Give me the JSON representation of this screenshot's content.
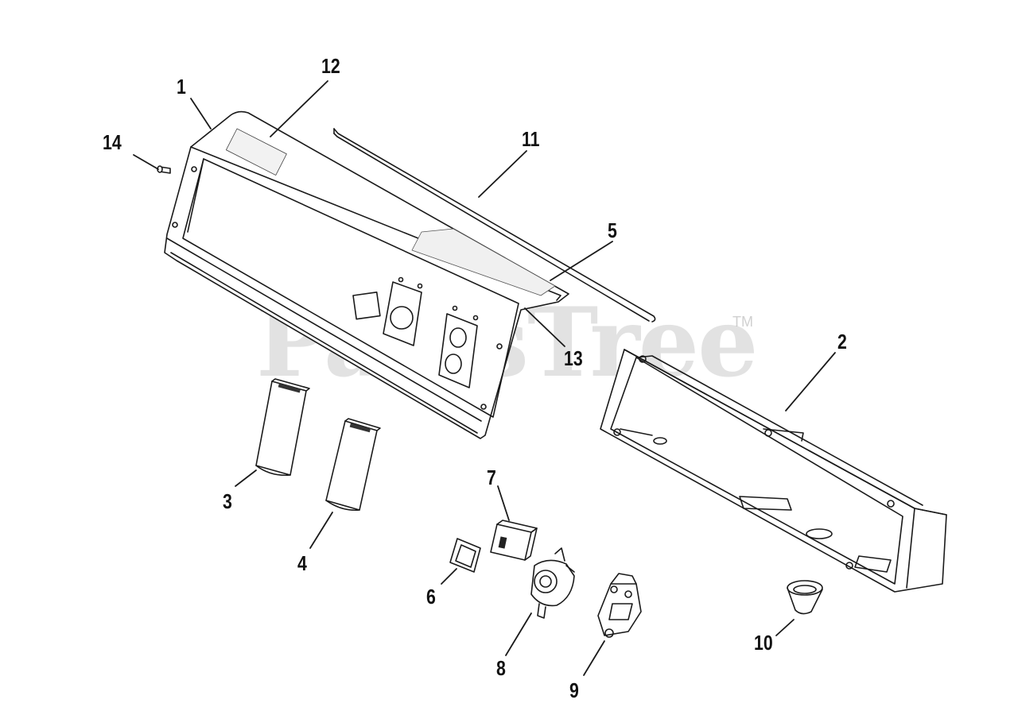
{
  "watermark": {
    "text": "PartsTree",
    "trademark": "TM"
  },
  "callouts": {
    "c1": "1",
    "c2": "2",
    "c3": "3",
    "c4": "4",
    "c5": "5",
    "c6": "6",
    "c7": "7",
    "c8": "8",
    "c9": "9",
    "c10": "10",
    "c11": "11",
    "c12": "12",
    "c13": "13",
    "c14": "14"
  },
  "colors": {
    "line": "#1a1a1a",
    "watermark": "#969696",
    "background": "#ffffff"
  }
}
